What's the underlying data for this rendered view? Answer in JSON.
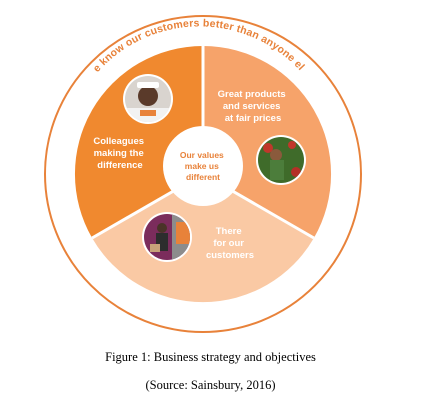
{
  "diagram": {
    "ring_text": "We know our customers better than anyone else",
    "center": [
      "Our values",
      "make us",
      "different"
    ],
    "segments": [
      {
        "lines": [
          "Great products",
          "and services",
          "at fair prices"
        ],
        "photo": "produce-worker-photo"
      },
      {
        "lines": [
          "There",
          "for our",
          "customers"
        ],
        "photo": "delivery-driver-photo"
      },
      {
        "lines": [
          "Colleagues",
          "making the",
          "difference"
        ],
        "photo": "colleague-portrait-photo"
      }
    ],
    "colors": {
      "accent": "#e8823a",
      "segment_dark": "#f0892f",
      "segment_mid": "#f6a36a",
      "segment_light": "#fac9a4",
      "outer_bg": "#ffffff"
    }
  },
  "caption": {
    "title": "Figure 1: Business strategy and objectives",
    "source": "(Source: Sainsbury, 2016)"
  }
}
